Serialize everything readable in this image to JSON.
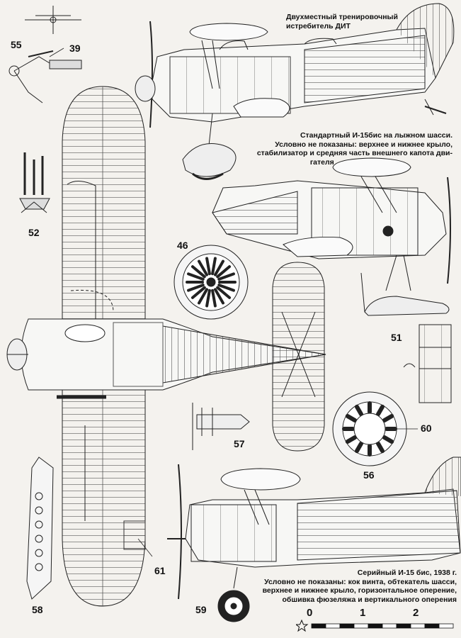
{
  "captions": {
    "dit_title_line1": "Двухместный тренировочный",
    "dit_title_line2": "истребитель ДИТ",
    "ski_line1": "Стандартный И-15бис на лыжном шасси.",
    "ski_line2": "Условно не показаны: верхнее и нижнее крыло,",
    "ski_line3": "стабилизатор и средняя часть внешнего капота дви-",
    "ski_line4": "гателя",
    "serial_line1": "Серийный И-15 бис, 1938 г.",
    "serial_line2": "Условно не показаны: кок винта, обтекатель шасси,",
    "serial_line3": "верхнее и нижнее крыло, горизонтальное оперение,",
    "serial_line4": "обшивка фюзеляжа и вертикального оперения"
  },
  "callouts": {
    "c55": "55",
    "c39": "39",
    "c52": "52",
    "c46": "46",
    "c51": "51",
    "c57": "57",
    "c60": "60",
    "c56": "56",
    "c61": "61",
    "c58": "58",
    "c59": "59"
  },
  "scale": {
    "labels": [
      "0",
      "1",
      "2"
    ],
    "segments": 10
  }
}
